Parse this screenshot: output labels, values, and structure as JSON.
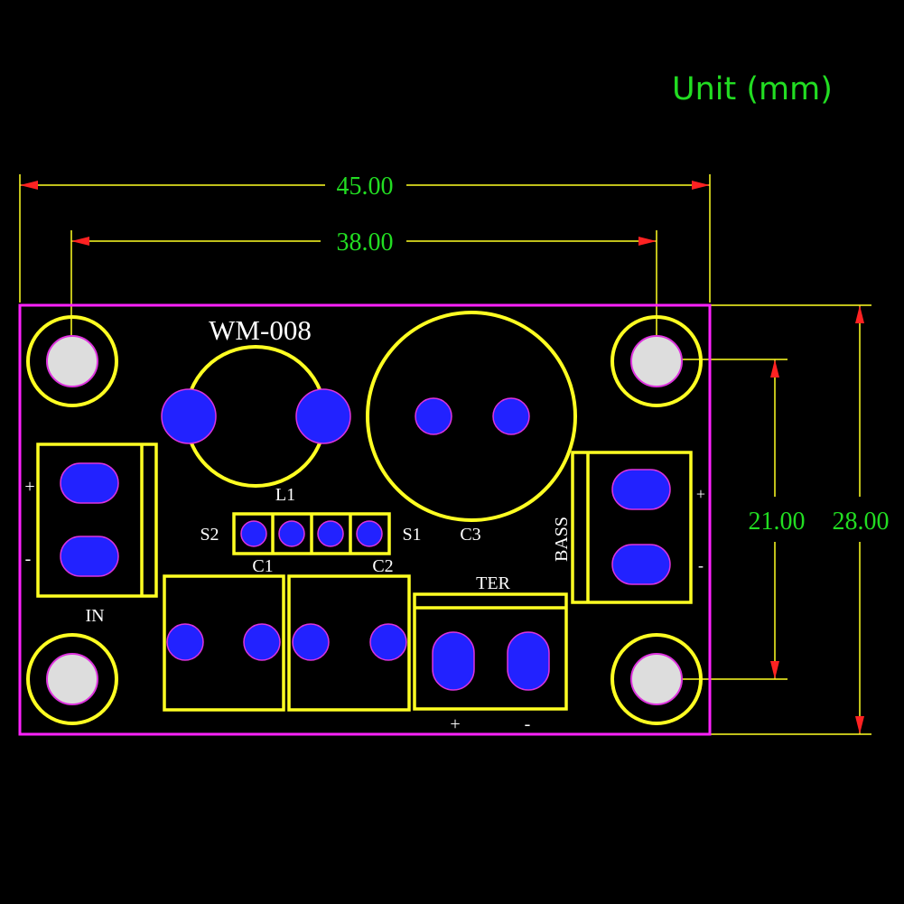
{
  "unit_label": "Unit (mm)",
  "board": {
    "model": "WM-008",
    "outline_color": "#ff22ff",
    "silkscreen_color": "#ffff22",
    "pad_color": "#2222ff",
    "pad_ring_color": "#dd33dd",
    "mount_hole_color": "#dddddd"
  },
  "dimensions": {
    "overall_width": "45.00",
    "hole_spacing_x": "38.00",
    "hole_spacing_y": "21.00",
    "overall_height": "28.00",
    "line_color": "#ffff22",
    "arrow_color": "#ff2222",
    "text_color": "#22dd22"
  },
  "labels": {
    "inductor": "L1",
    "switch_left": "S2",
    "switch_right": "S1",
    "cap1": "C1",
    "cap2": "C2",
    "cap3": "C3",
    "input": "IN",
    "bass": "BASS",
    "tweeter": "TER",
    "in_plus": "+",
    "in_minus": "-",
    "bass_plus": "+",
    "bass_minus": "-",
    "ter_plus": "+",
    "ter_minus": "-"
  }
}
